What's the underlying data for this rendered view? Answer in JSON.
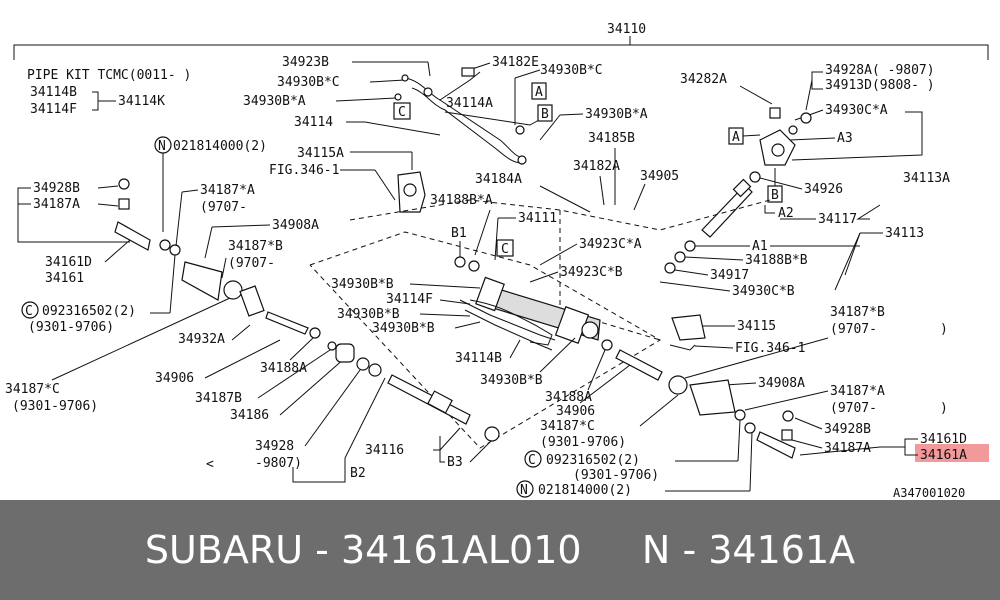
{
  "labels": {
    "assy": "34110",
    "pipe_kit": "PIPE KIT TCMC(0011-   )",
    "l34114B": "34114B",
    "l34114F": "34114F",
    "l34114K": "34114K",
    "l34923B": "34923B",
    "l34930BC_a": "34930B*C",
    "l34930BA_a": "34930B*A",
    "l34114": "34114",
    "l34182E": "34182E",
    "l34930BC_b": "34930B*C",
    "l34114A": "34114A",
    "l34930BA_b": "34930B*A",
    "l34185B": "34185B",
    "l34182A": "34182A",
    "l34184A": "34184A",
    "l34905": "34905",
    "l34282A": "34282A",
    "l34928A": "34928A( -9807)",
    "l34913D": "34913D(9808-  )",
    "l34930CA": "34930C*A",
    "lA3": "A3",
    "l34113A": "34113A",
    "l34926": "34926",
    "lA2": "A2",
    "l34117": "34117",
    "l34113": "34113",
    "lA1": "A1",
    "l34188BB": "34188B*B",
    "l34917": "34917",
    "l34930CB": "34930C*B",
    "n021814000_top": "021814000(2)",
    "l34115A": "34115A",
    "fig346_top": "FIG.346-1",
    "l34188BA": "34188B*A",
    "l34111": "34111",
    "lB1": "B1",
    "l34923CA": "34923C*A",
    "l34923CB": "34923C*B",
    "l34928B_l": "34928B",
    "l34187A_l": "34187A",
    "l34161D_l": "34161D",
    "l34161_l": "34161",
    "l34187SA_l": "34187*A",
    "d9707_a": "(9707-",
    "l34908A_l": "34908A",
    "l34187SB_l": "34187*B",
    "d9707_b": "(9707-",
    "c092316502_l": "092316502(2)",
    "d9301_a": "(9301-9706)",
    "l34930BB_a": "34930B*B",
    "l34114F_m": "34114F",
    "l34930BB_b": "34930B*B",
    "l34930BB_c": "34930B*B",
    "l34114B_m": "34114B",
    "l34930BB_d": "34930B*B",
    "l34188A_m": "34188A",
    "l34932A": "34932A",
    "l34906_l": "34906",
    "l34188A_l": "34188A",
    "l34187B": "34187B",
    "l34186": "34186",
    "l34187SC_l": "34187*C",
    "d9301_b": "(9301-9706)",
    "l34928_l": "34928",
    "d9807": "-9807)",
    "lt_l": "<",
    "lB2": "B2",
    "l34116": "34116",
    "lB3": "B3",
    "l34115": "34115",
    "fig346_r": "FIG.346-1",
    "l34187SB_r": "34187*B",
    "d9707_c": "(9707-",
    "paren_c": ")",
    "l34906_r": "34906",
    "l34187SC_r": "34187*C",
    "d9301_c": "(9301-9706)",
    "l34908A_r": "34908A",
    "l34187SA_r": "34187*A",
    "d9707_d": "(9707-",
    "paren_d": ")",
    "l34928B_r": "34928B",
    "l34187A_r": "34187A",
    "l34161D_r": "34161D",
    "l34161A_r": "34161A",
    "c092316502_r": "092316502(2)",
    "d9301_d": "(9301-9706)",
    "n021814000_r": "021814000(2)",
    "ref_code": "A347001020",
    "box_A": "A",
    "box_B": "B",
    "box_C": "C",
    "circ_N": "N",
    "circ_C": "C"
  },
  "footer": {
    "text": "SUBARU - 34161AL010     N - 34161A"
  },
  "colors": {
    "highlight": "#f2999b",
    "footer_bg": "#6d6d6d"
  }
}
